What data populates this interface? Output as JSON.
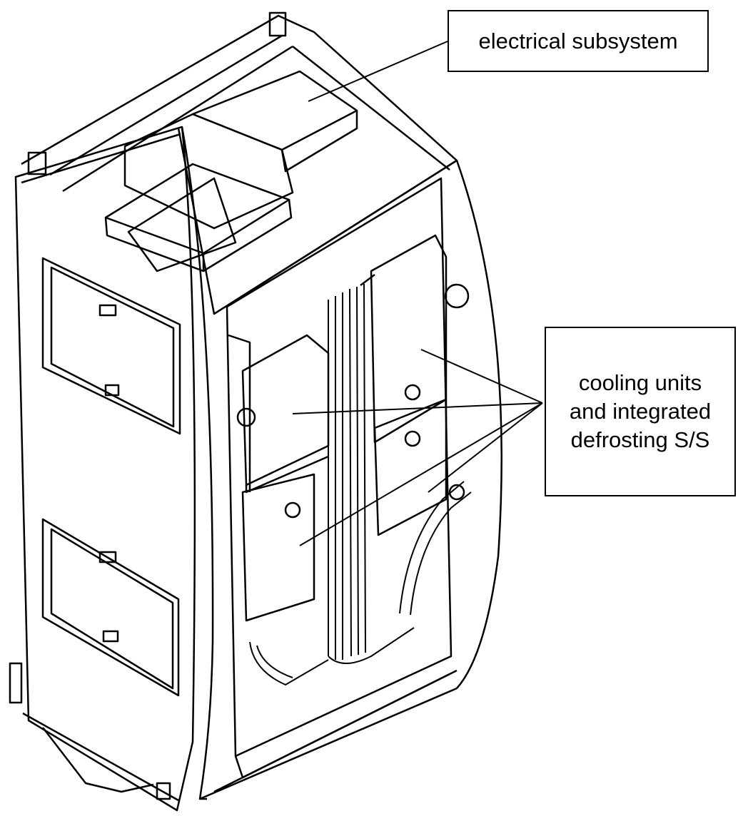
{
  "labels": {
    "electrical": "electrical subsystem",
    "cooling": {
      "line1": "cooling units",
      "line2": "and integrated",
      "line3": "defrosting S/S"
    }
  },
  "colors": {
    "line": "#000000",
    "background": "#ffffff"
  }
}
